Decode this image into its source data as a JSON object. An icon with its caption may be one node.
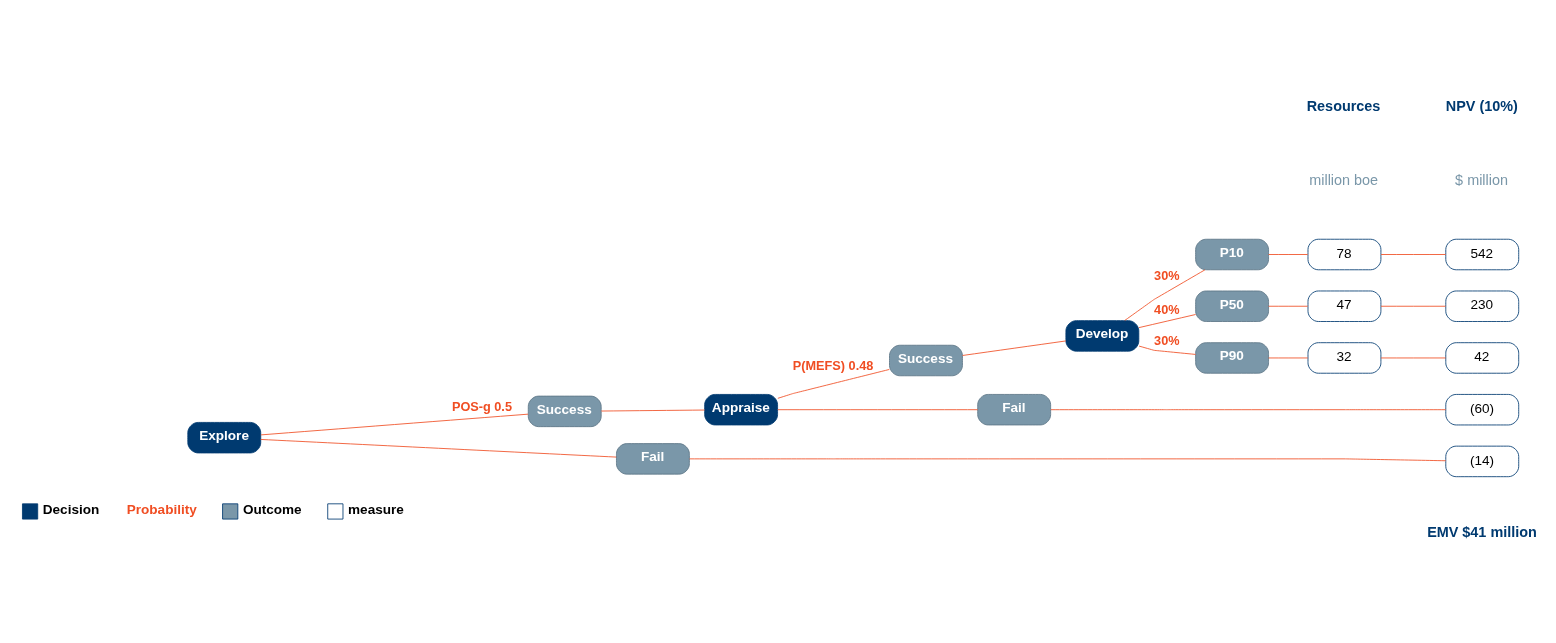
{
  "diagram": {
    "nodes": [
      {
        "text": [
          "Explore"
        ]
      },
      {
        "text": [
          "Success"
        ]
      },
      {
        "text": [
          "Fail"
        ]
      },
      {
        "text": [
          "Appraise"
        ]
      },
      {
        "text": [
          "Success"
        ]
      },
      {
        "text": [
          "Fail"
        ]
      },
      {
        "text": [
          "Develop"
        ]
      },
      {
        "text": [
          "P10"
        ]
      },
      {
        "text": [
          "P50"
        ]
      },
      {
        "text": [
          "P90"
        ]
      },
      {
        "text": [
          "78"
        ]
      },
      {
        "text": [
          "47"
        ]
      },
      {
        "text": [
          "32"
        ]
      },
      {
        "text": [
          "542"
        ]
      },
      {
        "text": [
          "230"
        ]
      },
      {
        "text": [
          "42"
        ]
      },
      {
        "text": [
          "(60)"
        ]
      },
      {
        "text": [
          "(14)"
        ]
      }
    ],
    "edges": [
      {
        "from": 0,
        "to": 1,
        "arrow": "none",
        "label": "POS-g 0.5"
      },
      {
        "from": 0,
        "to": 2,
        "arrow": "none"
      },
      {
        "from": 1,
        "to": 3,
        "arrow": "none"
      },
      {
        "from": 3,
        "to": 4,
        "arrow": "none",
        "label": "P(MEFS) 0.48"
      },
      {
        "from": 3,
        "to": 5,
        "arrow": "none"
      },
      {
        "from": 4,
        "to": 6,
        "arrow": "none"
      },
      {
        "from": 6,
        "to": 7,
        "arrow": "none",
        "label": "30%"
      },
      {
        "from": 6,
        "to": 8,
        "arrow": "none",
        "label": "40%"
      },
      {
        "from": 6,
        "to": 9,
        "arrow": "none",
        "label": "30%"
      },
      {
        "from": 7,
        "to": 10,
        "arrow": "none"
      },
      {
        "from": 8,
        "to": 11,
        "arrow": "none"
      },
      {
        "from": 9,
        "to": 12,
        "arrow": "none"
      },
      {
        "from": 10,
        "to": 13,
        "arrow": "none"
      },
      {
        "from": 11,
        "to": 14,
        "arrow": "none"
      },
      {
        "from": 12,
        "to": 15,
        "arrow": "none"
      },
      {
        "from": 5,
        "to": 16,
        "arrow": "none"
      },
      {
        "from": 2,
        "to": 17,
        "arrow": "none"
      }
    ],
    "labels": [
      "Resources",
      "million boe",
      "NPV (10%)",
      "$ million",
      "EMV $41 million"
    ],
    "legend": [
      {
        "text": "Decision",
        "color": "#003a70"
      },
      {
        "text": "Probability"
      },
      {
        "text": "Outcome",
        "color": "#7a97a9"
      },
      {
        "text": "measure",
        "color": "#ffffff"
      }
    ]
  }
}
